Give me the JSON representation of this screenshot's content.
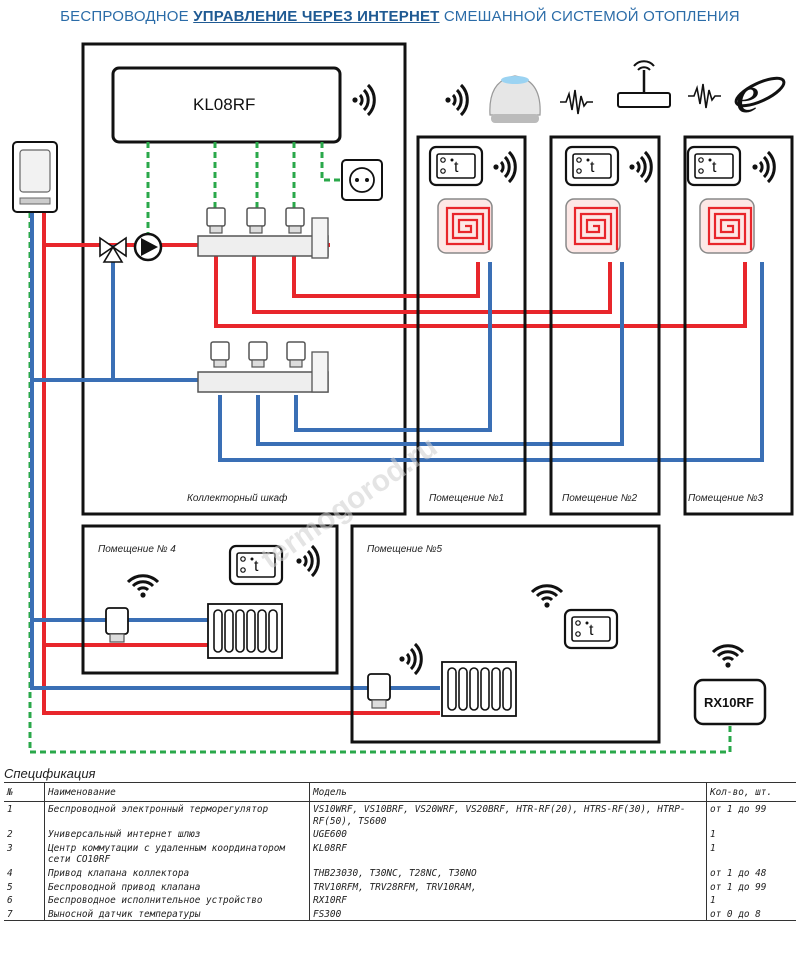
{
  "title": {
    "part1": "БЕСПРОВОДНОЕ ",
    "bold": "УПРАВЛЕНИЕ ЧЕРЕЗ ИНТЕРНЕТ",
    "part2": " СМЕШАННОЙ СИСТЕМОЙ ОТОПЛЕНИЯ"
  },
  "diagram": {
    "controller_label": "KL08RF",
    "cabinet_label": "Коллекторный шкаф",
    "room1_label": "Помещение №1",
    "room2_label": "Помещение №2",
    "room3_label": "Помещение №3",
    "room4_label": "Помещение № 4",
    "room5_label": "Помещение №5",
    "rx_label": "RX10RF",
    "watermark": "termogorod.ru",
    "colors": {
      "hot": "#e8262b",
      "cold": "#3a6fb5",
      "signal": "#2aa84a"
    },
    "icons": [
      "wifi-icon",
      "gateway-icon",
      "router-icon",
      "internet-icon",
      "thermostat-icon",
      "floor-heating-icon",
      "radiator-icon",
      "valve-actuator-icon",
      "pump-icon",
      "boiler-icon",
      "socket-icon"
    ]
  },
  "spec": {
    "title": "Спецификация",
    "headers": [
      "№",
      "Наименование",
      "Модель",
      "Кол-во, шт."
    ],
    "rows": [
      {
        "n": "1",
        "name": "Беспроводной электронный терморегулятор",
        "model": "VS10WRF, VS10BRF, VS20WRF, VS20BRF, HTR-RF(20), HTRS-RF(30), HTRP-RF(50), TS600",
        "qty": "от 1 до 99"
      },
      {
        "n": "2",
        "name": "Универсальный интернет шлюз",
        "model": "UGE600",
        "qty": "1"
      },
      {
        "n": "3",
        "name": "Центр коммутации с удаленным координатором сети CO10RF",
        "model": "KL08RF",
        "qty": "1"
      },
      {
        "n": "4",
        "name": "Привод клапана коллектора",
        "model": "THB23030, T30NC, T28NC, T30NO",
        "qty": "от 1 до 48"
      },
      {
        "n": "5",
        "name": "Беспроводной привод клапана",
        "model": "TRV10RFM, TRV28RFM, TRV10RAM,",
        "qty": "от 1 до 99"
      },
      {
        "n": "6",
        "name": "Беспроводное исполнительное устройство",
        "model": "RX10RF",
        "qty": "1"
      },
      {
        "n": "7",
        "name": "Выносной датчик температуры",
        "model": "FS300",
        "qty": "от 0 до 8"
      }
    ]
  }
}
